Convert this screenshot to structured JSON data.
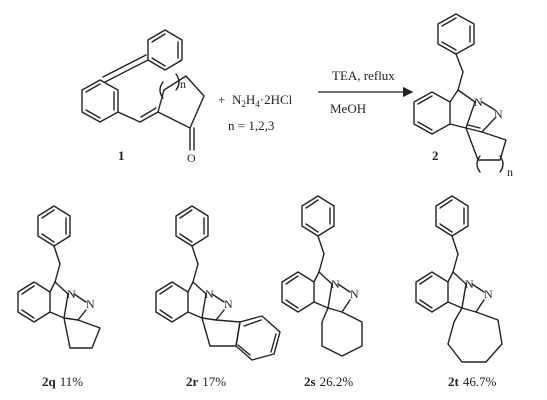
{
  "reaction": {
    "reactant_label": "1",
    "plus": "+",
    "reagent_main": "N",
    "reagent_sub2": "2",
    "reagent_H": "H",
    "reagent_sub4": "4",
    "reagent_salt": "·2HCl",
    "n_values": "n = 1,2,3",
    "condition_top": "TEA, reflux",
    "condition_bottom": "MeOH",
    "product_label": "2",
    "ring_index": "n",
    "oxygen": "O"
  },
  "products": [
    {
      "code": "2q",
      "yield": "11%"
    },
    {
      "code": "2r",
      "yield": "17%"
    },
    {
      "code": "2s",
      "yield": "26.2%"
    },
    {
      "code": "2t",
      "yield": "46.7%"
    }
  ],
  "atoms": {
    "N": "N"
  }
}
